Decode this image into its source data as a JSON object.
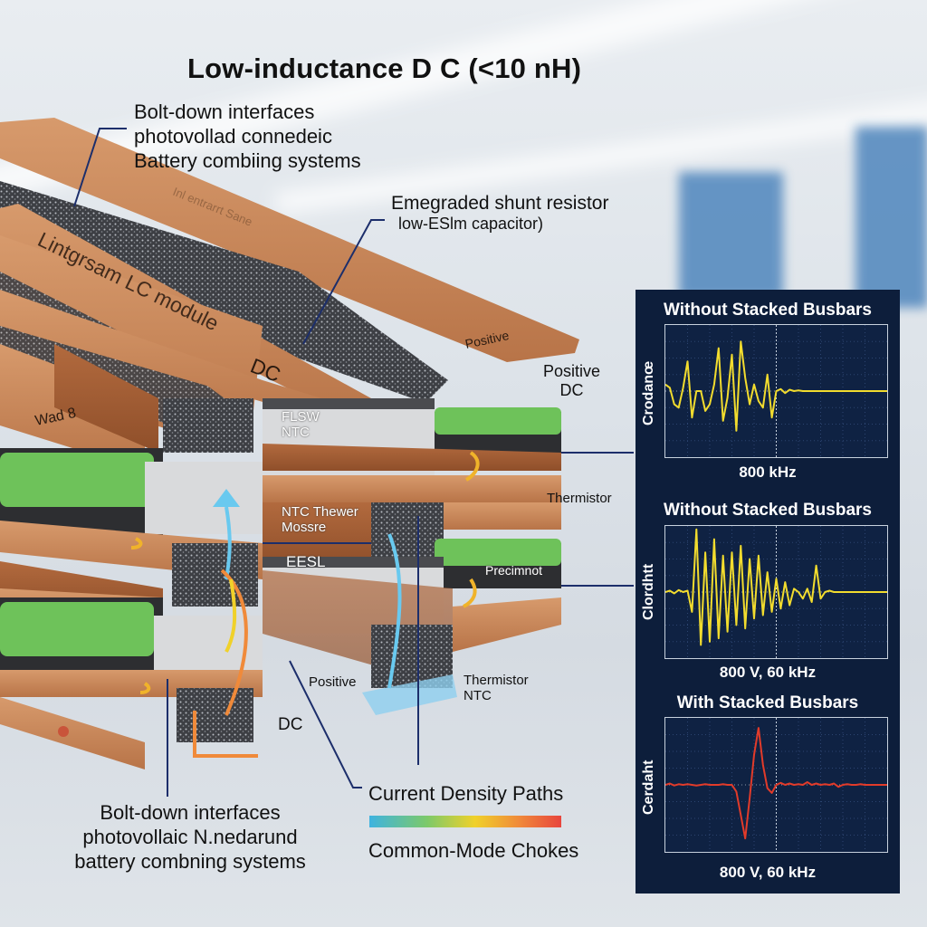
{
  "title": "Low-inductance D C (<10 nH)",
  "callouts": {
    "top_left": [
      "Bolt-down interfaces",
      "photovollad connedeic",
      "Battery combiing systems"
    ],
    "shunt": [
      "Emegraded shunt resistor",
      "low-ESlm capacitor)"
    ],
    "positive_dc": [
      "Positive",
      "DC"
    ],
    "thermistor": "Thermistor",
    "positive_lower": "Positive",
    "thermistor_ntc": [
      "Thermistor",
      "NTC"
    ],
    "dc_lower": "DC",
    "bottom_left": [
      "Bolt-down interfaces",
      "photovollaic N.nedarund",
      "battery combning systems"
    ],
    "current_density": "Current Density Paths",
    "common_mode": "Common-Mode Chokes"
  },
  "engravings": {
    "module": "Lintgrsam LC module",
    "dc": "DC",
    "wad": "Wad 8",
    "positive": "Positive",
    "faded": "Inl entrarrt Sane"
  },
  "inline_labels": {
    "flsw_ntc": [
      "FLSW",
      "NTC"
    ],
    "ntc_thewer": [
      "NTC Thewer",
      "Mossre"
    ],
    "eesl": "EESL",
    "precimnot": "Precimnot"
  },
  "legend_colors": [
    "#3fb3e0",
    "#7cc96a",
    "#f0d12a",
    "#f08a3a",
    "#e8453d"
  ],
  "chart_data": [
    {
      "type": "line",
      "title": "Without Stacked Busbars",
      "xlabel": "800 kHz",
      "ylabel": "Crodanœ",
      "ylim": [
        -1,
        1
      ],
      "color": "#f2dc2e",
      "x": [
        0,
        2,
        4,
        6,
        8,
        10,
        12,
        14,
        16,
        18,
        20,
        22,
        24,
        26,
        28,
        30,
        32,
        34,
        36,
        38,
        40,
        42,
        44,
        46,
        48,
        50,
        52,
        54,
        56,
        58,
        60,
        62,
        64,
        66,
        68,
        70,
        72,
        74,
        76,
        78,
        80,
        82,
        84,
        86,
        88,
        90,
        92,
        94,
        96,
        98,
        100
      ],
      "values": [
        0.1,
        0.05,
        -0.2,
        -0.25,
        0.05,
        0.45,
        -0.4,
        0.0,
        0.0,
        -0.3,
        -0.2,
        0.1,
        0.65,
        -0.45,
        -0.1,
        0.55,
        -0.6,
        0.75,
        0.2,
        -0.2,
        0.1,
        -0.15,
        -0.25,
        0.25,
        -0.4,
        0.0,
        0.03,
        -0.03,
        0.02,
        0.0,
        0.01,
        0.0,
        0.0,
        0.0,
        0.0,
        0.0,
        0.0,
        0.0,
        0.0,
        0.0,
        0.0,
        0.0,
        0.0,
        0.0,
        0.0,
        0.0,
        0.0,
        0.0,
        0.0,
        0.0,
        0.0
      ]
    },
    {
      "type": "line",
      "title": "Without Stacked Busbars",
      "xlabel": "800 V, 60 kHz",
      "ylabel": "Clordhtt",
      "ylim": [
        -1,
        1
      ],
      "color": "#f2dc2e",
      "x": [
        0,
        2,
        4,
        6,
        8,
        10,
        12,
        14,
        16,
        18,
        20,
        22,
        24,
        26,
        28,
        30,
        32,
        34,
        36,
        38,
        40,
        42,
        44,
        46,
        48,
        50,
        52,
        54,
        56,
        58,
        60,
        62,
        64,
        66,
        68,
        70,
        72,
        74,
        76,
        78,
        80,
        82,
        84,
        86,
        88,
        90,
        92,
        94,
        96,
        98,
        100
      ],
      "values": [
        0.0,
        0.02,
        -0.02,
        0.03,
        0.0,
        0.02,
        -0.3,
        0.95,
        -0.8,
        0.6,
        -0.75,
        0.8,
        -0.7,
        0.55,
        -0.6,
        0.6,
        -0.5,
        0.7,
        -0.55,
        0.5,
        -0.4,
        0.55,
        -0.35,
        0.3,
        -0.3,
        0.2,
        -0.25,
        0.15,
        -0.2,
        0.05,
        0.0,
        -0.1,
        0.05,
        -0.15,
        0.4,
        -0.1,
        0.0,
        0.02,
        0.0,
        0.0,
        0.0,
        0.0,
        0.0,
        0.0,
        0.0,
        0.0,
        0.0,
        0.0,
        0.0,
        0.0,
        0.0
      ]
    },
    {
      "type": "line",
      "title": "With Stacked Busbars",
      "xlabel": "800 V, 60 kHz",
      "ylabel": "Cerdaht",
      "ylim": [
        -1,
        1
      ],
      "color": "#e23b2a",
      "x": [
        0,
        2,
        4,
        6,
        8,
        10,
        12,
        14,
        16,
        18,
        20,
        22,
        24,
        26,
        28,
        30,
        32,
        34,
        36,
        38,
        40,
        42,
        44,
        46,
        48,
        50,
        52,
        54,
        56,
        58,
        60,
        62,
        64,
        66,
        68,
        70,
        72,
        74,
        76,
        78,
        80,
        82,
        84,
        86,
        88,
        90,
        92,
        94,
        96,
        98,
        100
      ],
      "values": [
        0.0,
        0.02,
        -0.01,
        0.01,
        0.0,
        0.01,
        0.0,
        -0.01,
        0.0,
        0.01,
        0.0,
        0.0,
        0.0,
        0.01,
        0.0,
        0.0,
        -0.1,
        -0.45,
        -0.8,
        -0.2,
        0.45,
        0.85,
        0.3,
        -0.05,
        -0.12,
        0.0,
        0.03,
        0.0,
        0.02,
        0.0,
        0.01,
        0.0,
        0.04,
        0.0,
        0.02,
        0.0,
        0.01,
        0.0,
        0.02,
        -0.03,
        0.0,
        0.01,
        0.0,
        0.0,
        0.01,
        0.0,
        0.0,
        0.0,
        0.0,
        0.0,
        0.0
      ]
    }
  ]
}
